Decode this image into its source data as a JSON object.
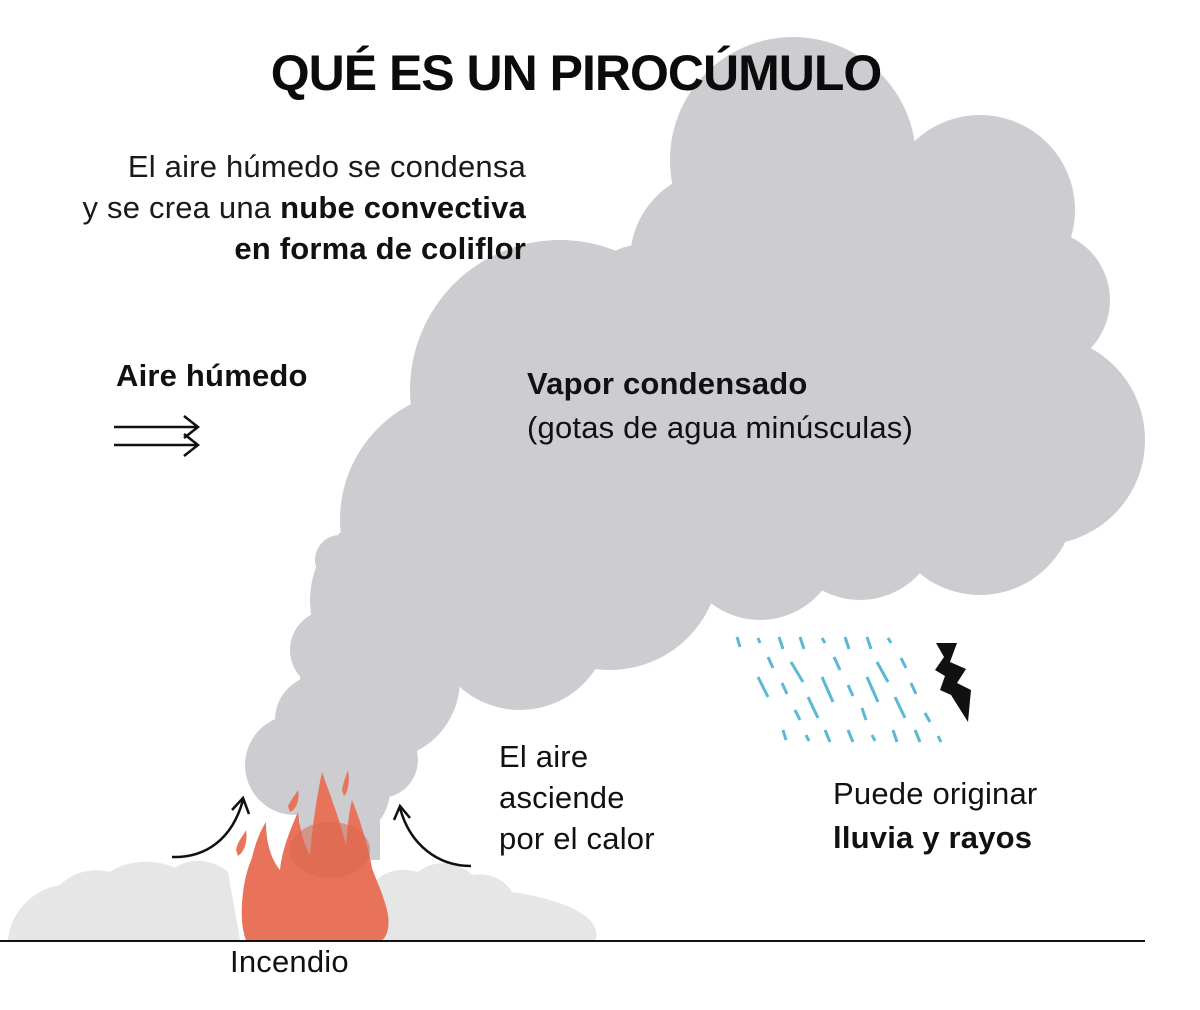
{
  "title": "QUÉ ES UN PIROCÚMULO",
  "intro": {
    "line1": "El aire húmedo se condensa",
    "line2_regular": "y se crea una ",
    "line2_bold": "nube convectiva",
    "line3_bold": "en forma de coliflor"
  },
  "labels": {
    "aire_humedo": "Aire húmedo",
    "vapor_title": "Vapor condensado",
    "vapor_sub": "(gotas de agua minúsculas)",
    "asciende_1": "El aire",
    "asciende_2": "asciende",
    "asciende_3": "por el calor",
    "lluvia_1": "Puede originar",
    "lluvia_2": "lluvia y rayos",
    "incendio": "Incendio"
  },
  "icons": {
    "wind": "double-arrow-right",
    "rain": "rain-dashes",
    "lightning": "lightning-bolt",
    "fire": "flame",
    "updraft": "curved-arrow-up"
  },
  "colors": {
    "cloud": "#cdccd0",
    "ground_smoke": "#e6e6e6",
    "fire": "#e8735a",
    "fire_dark": "#d9664f",
    "rain": "#5bb8d6",
    "text": "#111111",
    "ground_line": "#111111"
  }
}
